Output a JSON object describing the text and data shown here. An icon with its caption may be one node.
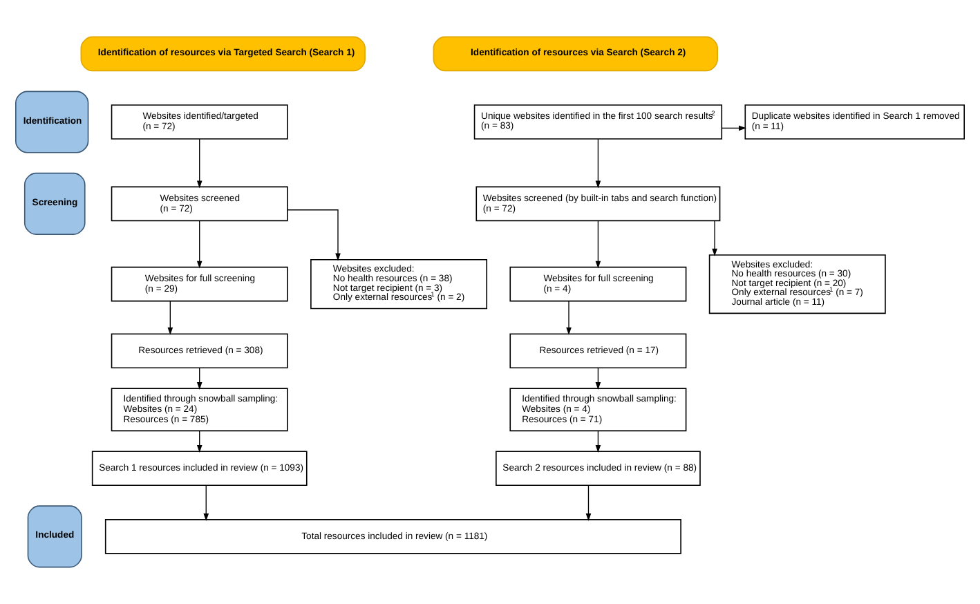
{
  "diagram": {
    "nodes": [
      {
        "text": [
          "Identification of resources via Targeted Search (Search 1)"
        ]
      },
      {
        "text": [
          "Identification of resources via Search (Search 2)"
        ]
      },
      {
        "text": [
          "Identification"
        ]
      },
      {
        "text": [
          "Websites identified/targeted",
          "(n = 72)"
        ]
      },
      {
        "text": [
          "Unique websites identified in the first 100 search results$^{2}$",
          "(n = 83)"
        ]
      },
      {
        "text": [
          "Duplicate websites identified in Search 1 removed",
          "(n = 11)"
        ]
      },
      {
        "text": [
          "Screening"
        ]
      },
      {
        "text": [
          "Websites screened",
          "(n = 72)"
        ]
      },
      {
        "text": [
          "Websites screened (by built-in tabs and search function)",
          "(n = 72)"
        ]
      },
      {
        "text": [
          "Websites excluded:",
          "No health resources (n = 38)",
          "Not target recipient (n = 3)",
          "Only external resources$^{1}$ (n = 2)"
        ]
      },
      {
        "text": [
          "Websites for full screening",
          "(n = 29)"
        ]
      },
      {
        "text": [
          "Websites excluded:",
          "No health resources (n = 30)",
          "Not target recipient (n = 20)",
          "Only external resources$^{1}$ (n = 7)",
          "Journal article (n = 11)"
        ]
      },
      {
        "text": [
          "Websites for full screening",
          "(n = 4)"
        ]
      },
      {
        "text": [
          "Resources retrieved (n = 308)"
        ]
      },
      {
        "text": [
          "Resources retrieved (n = 17)"
        ]
      },
      {
        "text": [
          "Identified through snowball sampling:",
          "Websites (n = 24)",
          "Resources (n = 785)"
        ]
      },
      {
        "text": [
          "Identified through snowball sampling:",
          "Websites (n = 4)",
          "Resources (n = 71)"
        ]
      },
      {
        "text": [
          "Search 1 resources included in review (n = 1093)"
        ]
      },
      {
        "text": [
          "Search 2 resources included in review (n = 88)"
        ]
      },
      {
        "text": [
          "Included"
        ]
      },
      {
        "text": [
          "Total resources included in review (n = 1181)"
        ]
      }
    ],
    "edges": [
      {
        "from": 3,
        "to": 7,
        "arrow": "to"
      },
      {
        "from": 7,
        "to": 9,
        "arrow": "to"
      },
      {
        "from": 7,
        "to": 10,
        "arrow": "to"
      },
      {
        "from": 10,
        "to": 13,
        "arrow": "to"
      },
      {
        "from": 13,
        "to": 15,
        "arrow": "to"
      },
      {
        "from": 15,
        "to": 17,
        "arrow": "to"
      },
      {
        "from": 17,
        "to": 20,
        "arrow": "to"
      },
      {
        "from": 4,
        "to": 5,
        "arrow": "to"
      },
      {
        "from": 4,
        "to": 8,
        "arrow": "to"
      },
      {
        "from": 8,
        "to": 11,
        "arrow": "to"
      },
      {
        "from": 8,
        "to": 12,
        "arrow": "to"
      },
      {
        "from": 12,
        "to": 14,
        "arrow": "to"
      },
      {
        "from": 14,
        "to": 16,
        "arrow": "to"
      },
      {
        "from": 16,
        "to": 18,
        "arrow": "to"
      },
      {
        "from": 18,
        "to": 20,
        "arrow": "to"
      }
    ]
  }
}
